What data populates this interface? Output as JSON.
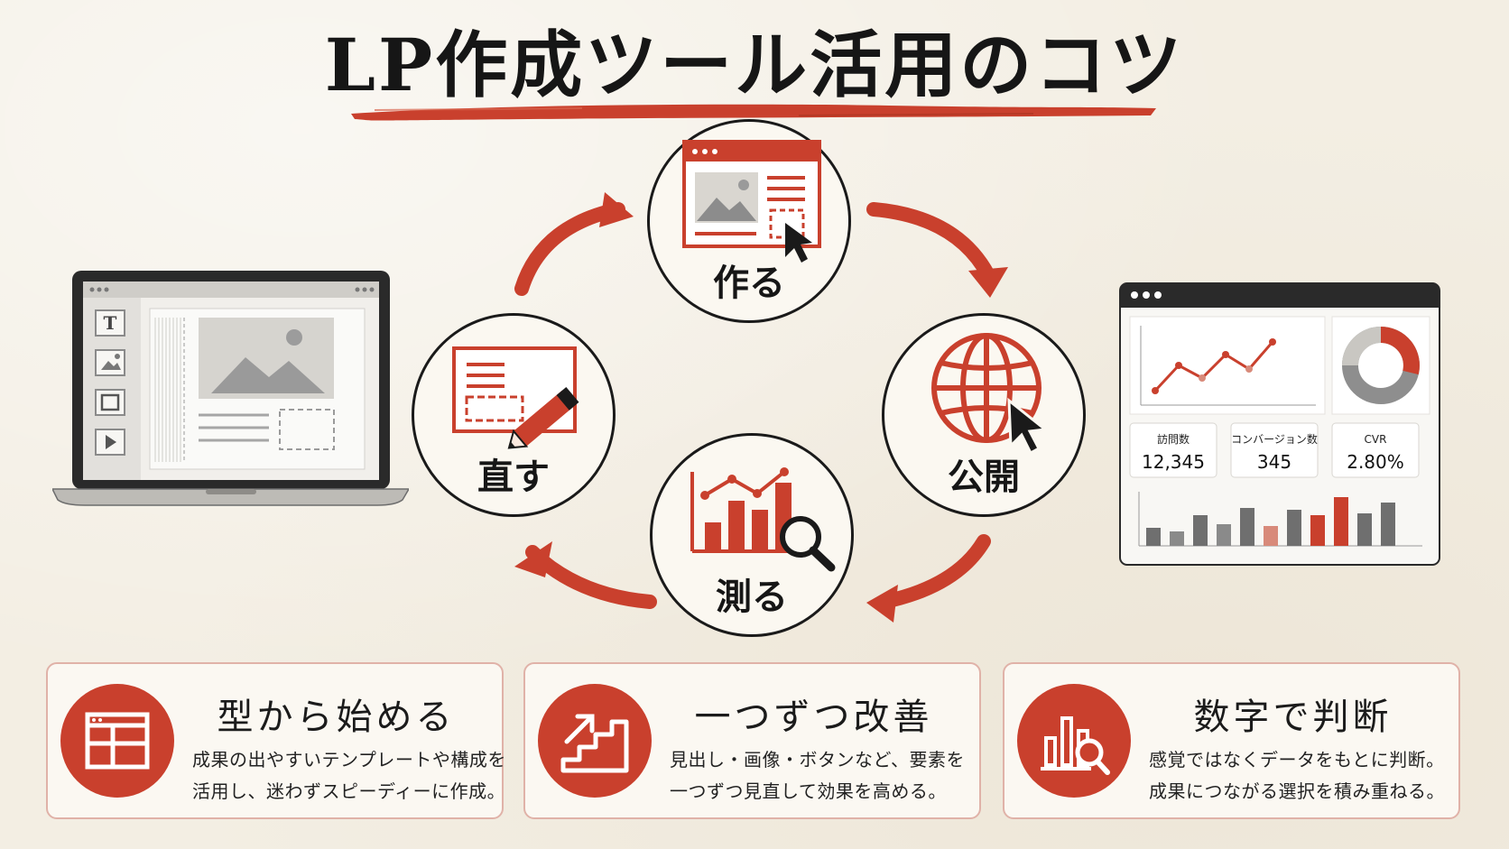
{
  "title": "LP作成ツール活用のコツ",
  "colors": {
    "accent": "#c9402d",
    "background": "#f3eee3",
    "ink": "#1a1a1a"
  },
  "cycle": [
    {
      "label": "作る",
      "icon": "browser-cursor-icon"
    },
    {
      "label": "公開",
      "icon": "globe-cursor-icon"
    },
    {
      "label": "測る",
      "icon": "chart-magnifier-icon"
    },
    {
      "label": "直す",
      "icon": "edit-pencil-icon"
    }
  ],
  "laptop": {
    "tools": [
      "T",
      "image-tool-icon",
      "square-tool-icon",
      "play-tool-icon"
    ]
  },
  "dashboard": {
    "stats": [
      {
        "label": "訪問数",
        "value": "12,345"
      },
      {
        "label": "コンバージョン数",
        "value": "345"
      },
      {
        "label": "CVR",
        "value": "2.80%"
      }
    ]
  },
  "cards": [
    {
      "title": "型から始める",
      "line1": "成果の出やすいテンプレートや構成を",
      "line2": "活用し、迷わずスピーディーに作成。",
      "icon": "template-layout-icon"
    },
    {
      "title": "一つずつ改善",
      "line1": "見出し・画像・ボタンなど、要素を",
      "line2": "一つずつ見直して効果を高める。",
      "icon": "stairs-arrow-icon"
    },
    {
      "title": "数字で判断",
      "line1": "感覚ではなくデータをもとに判断。",
      "line2": "成果につながる選択を積み重ねる。",
      "icon": "chart-search-icon"
    }
  ]
}
